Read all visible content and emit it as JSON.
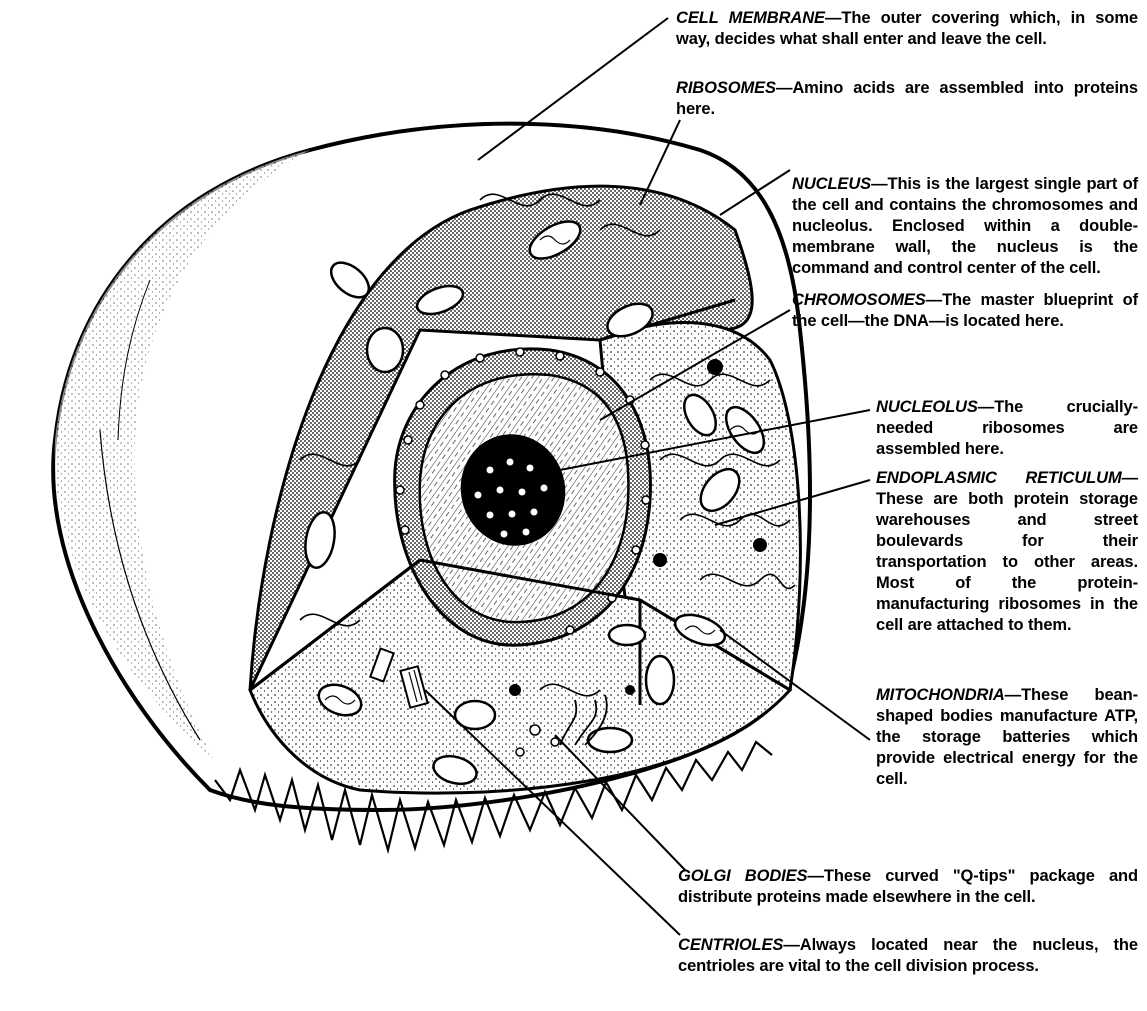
{
  "labels": {
    "cell_membrane": {
      "term": "CELL MEMBRANE",
      "desc": "The outer covering which, in some way, decides what shall enter and leave the cell."
    },
    "ribosomes": {
      "term": "RIBOSOMES",
      "desc": "Amino acids are assembled into proteins here."
    },
    "nucleus": {
      "term": "NUCLEUS",
      "desc": "This is the largest single part of the cell and contains the chromosomes and nucleolus. Enclosed within a double-membrane wall, the nucleus is the command and control center of the cell."
    },
    "chromosomes": {
      "term": "CHROMOSOMES",
      "desc": "The master blueprint of the cell—the DNA—is located here."
    },
    "nucleolus": {
      "term": "NUCLEOLUS",
      "desc": "The crucially-needed ribosomes are assembled here."
    },
    "endoplasmic_reticulum": {
      "term": "ENDOPLASMIC RETICULUM",
      "desc": "These are both protein storage warehouses and street boulevards for their transportation to other areas. Most of the protein-manufacturing ribosomes in the cell are attached to them."
    },
    "mitochondria": {
      "term": "MITOCHONDRIA",
      "desc": "These bean-shaped bodies manufacture ATP, the storage batteries which provide electrical energy for the cell."
    },
    "golgi_bodies": {
      "term": "GOLGI BODIES",
      "desc": "These curved \"Q-tips\" package and distribute proteins made elsewhere in the cell."
    },
    "centrioles": {
      "term": "CENTRIOLES",
      "desc": "Always located near the nucleus, the centrioles are vital to the cell division process."
    }
  },
  "separator": "—"
}
